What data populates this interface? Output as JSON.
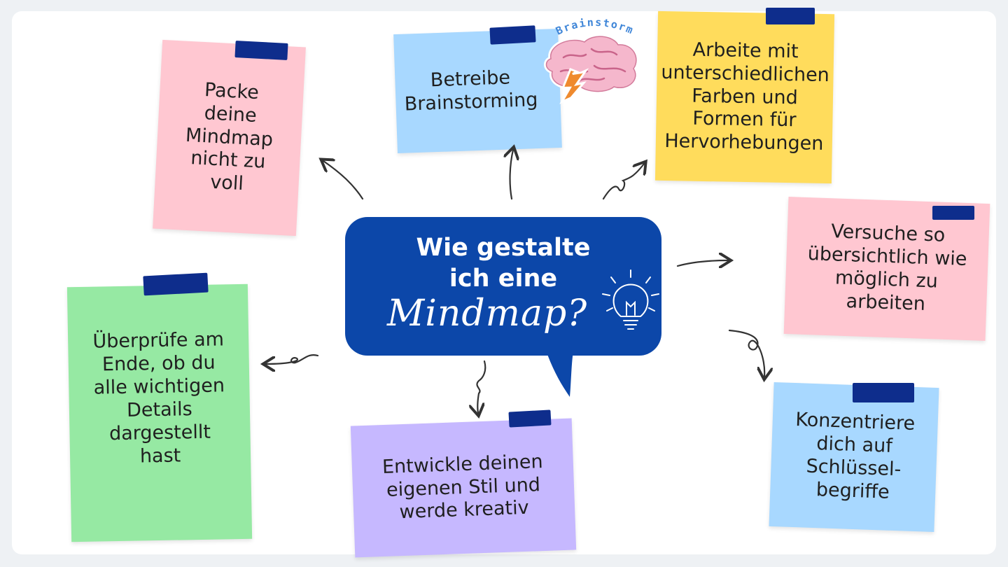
{
  "center": {
    "title_line": "Wie gestalte ich eine",
    "title_script": "Mindmap?"
  },
  "sticker": {
    "label": "Brainstorm"
  },
  "notes": {
    "pink_top": "Packe deine Mindmap nicht zu voll",
    "blue_top": "Betreibe Brainstorming",
    "yellow_top": "Arbeite mit unterschiedlichen Farben und Formen für Hervorhebungen",
    "pink_right": "Versuche so übersichtlich wie möglich zu arbeiten",
    "blue_right": "Konzentriere dich auf Schlüssel-begriffe",
    "lavender_bottom": "Entwickle deinen eigenen Stil und werde kreativ",
    "green_left": "Überprüfe am Ende, ob du alle wichtigen Details dargestellt hast"
  },
  "colors": {
    "center": "#0c47a9",
    "tape": "#0e2d8c",
    "pink": "#ffc7d1",
    "blue": "#a8d8ff",
    "yellow": "#ffdc5c",
    "green": "#96e9a3",
    "lavender": "#c6b8ff"
  }
}
